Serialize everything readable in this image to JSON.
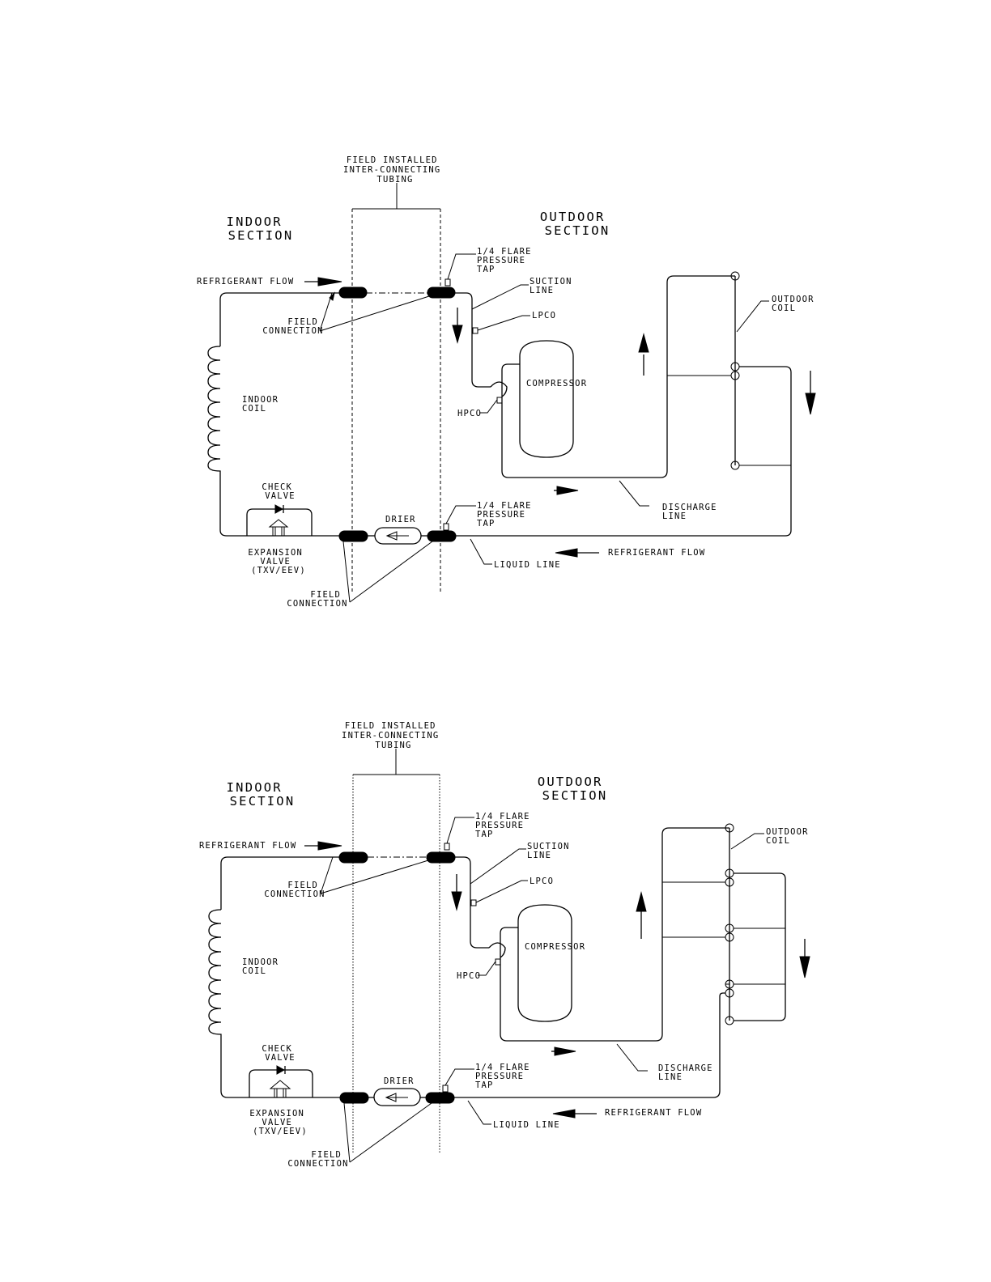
{
  "diagrams": [
    {
      "field_tubing_title": [
        "FIELD INSTALLED",
        "INTER-CONNECTING",
        "TUBING"
      ],
      "indoor_section": [
        "INDOOR",
        "SECTION"
      ],
      "outdoor_section": [
        "OUTDOOR",
        "SECTION"
      ],
      "refrigerant_flow_top": "REFRIGERANT FLOW",
      "field_connection_upper": [
        "FIELD",
        "CONNECTION"
      ],
      "flare_tap_upper": [
        "1/4 FLARE",
        "PRESSURE",
        "TAP"
      ],
      "suction_line": [
        "SUCTION",
        "LINE"
      ],
      "lpco": "LPCO",
      "outdoor_coil": [
        "OUTDOOR",
        "COIL"
      ],
      "compressor": "COMPRESSOR",
      "hpco": "HPCO",
      "indoor_coil": [
        "INDOOR",
        "COIL"
      ],
      "check_valve": [
        "CHECK",
        "VALVE"
      ],
      "drier": "DRIER",
      "flare_tap_lower": [
        "1/4 FLARE",
        "PRESSURE",
        "TAP"
      ],
      "discharge_line": [
        "DISCHARGE",
        "LINE"
      ],
      "expansion_valve": [
        "EXPANSION",
        "VALVE",
        "(TXV/EEV)"
      ],
      "liquid_line": "LIQUID LINE",
      "refrigerant_flow_bottom": "REFRIGERANT FLOW",
      "field_connection_lower": [
        "FIELD",
        "CONNECTION"
      ]
    },
    {
      "field_tubing_title": [
        "FIELD INSTALLED",
        "INTER-CONNECTING",
        "TUBING"
      ],
      "indoor_section": [
        "INDOOR",
        "SECTION"
      ],
      "outdoor_section": [
        "OUTDOOR",
        "SECTION"
      ],
      "refrigerant_flow_top": "REFRIGERANT FLOW",
      "field_connection_upper": [
        "FIELD",
        "CONNECTION"
      ],
      "flare_tap_upper": [
        "1/4 FLARE",
        "PRESSURE",
        "TAP"
      ],
      "suction_line": [
        "SUCTION",
        "LINE"
      ],
      "lpco": "LPCO",
      "outdoor_coil": [
        "OUTDOOR",
        "COIL"
      ],
      "compressor": "COMPRESSOR",
      "hpco": "HPCO",
      "indoor_coil": [
        "INDOOR",
        "COIL"
      ],
      "check_valve": [
        "CHECK",
        "VALVE"
      ],
      "drier": "DRIER",
      "flare_tap_lower": [
        "1/4 FLARE",
        "PRESSURE",
        "TAP"
      ],
      "discharge_line": [
        "DISCHARGE",
        "LINE"
      ],
      "expansion_valve": [
        "EXPANSION",
        "VALVE",
        "(TXV/EEV)"
      ],
      "liquid_line": "LIQUID LINE",
      "refrigerant_flow_bottom": "REFRIGERANT FLOW",
      "field_connection_lower": [
        "FIELD",
        "CONNECTION"
      ]
    }
  ]
}
